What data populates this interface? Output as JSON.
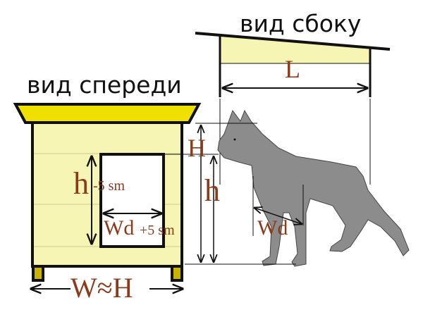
{
  "front_view": {
    "title": "вид спереди",
    "door_height_label": "h",
    "door_height_suffix": "-5 sm",
    "door_width_label": "Wd",
    "door_width_suffix": "+5 sm",
    "width_label": "W≈H"
  },
  "side_view": {
    "title": "вид сбоку",
    "length_label": "L"
  },
  "dog": {
    "height_label": "H",
    "shoulder_height_label": "h",
    "chest_width_label": "Wd"
  },
  "colors": {
    "wall": "#f6f5b4",
    "roof": "#f0e000",
    "legs": "#c8b400",
    "label": "#8b3a1a",
    "dog": "#8c8c8c"
  }
}
